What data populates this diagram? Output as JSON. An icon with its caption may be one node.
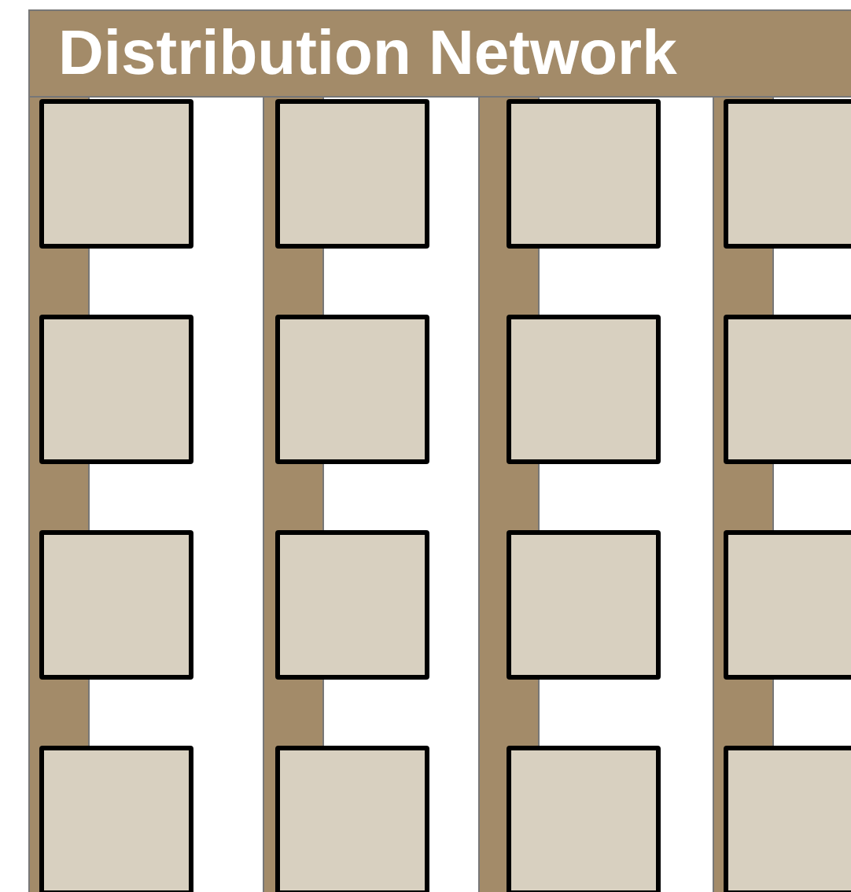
{
  "diagram": {
    "nodes": [
      {
        "text": [
          "Distribution Network"
        ]
      },
      {
        "text": [],
        "shape": "bar"
      },
      {
        "text": [],
        "shape": "bar"
      },
      {
        "text": [],
        "shape": "bar"
      },
      {
        "text": [],
        "shape": "bar"
      },
      {
        "text": [],
        "shape": "box"
      },
      {
        "text": [],
        "shape": "box"
      },
      {
        "text": [],
        "shape": "box"
      },
      {
        "text": [],
        "shape": "box"
      },
      {
        "text": [],
        "shape": "box"
      },
      {
        "text": [],
        "shape": "box"
      },
      {
        "text": [],
        "shape": "box"
      },
      {
        "text": [],
        "shape": "box"
      },
      {
        "text": [],
        "shape": "box"
      },
      {
        "text": [],
        "shape": "box"
      },
      {
        "text": [],
        "shape": "box"
      },
      {
        "text": [],
        "shape": "box"
      },
      {
        "text": [],
        "shape": "box"
      },
      {
        "text": [],
        "shape": "box"
      },
      {
        "text": [],
        "shape": "box"
      },
      {
        "text": [],
        "shape": "box"
      }
    ]
  }
}
